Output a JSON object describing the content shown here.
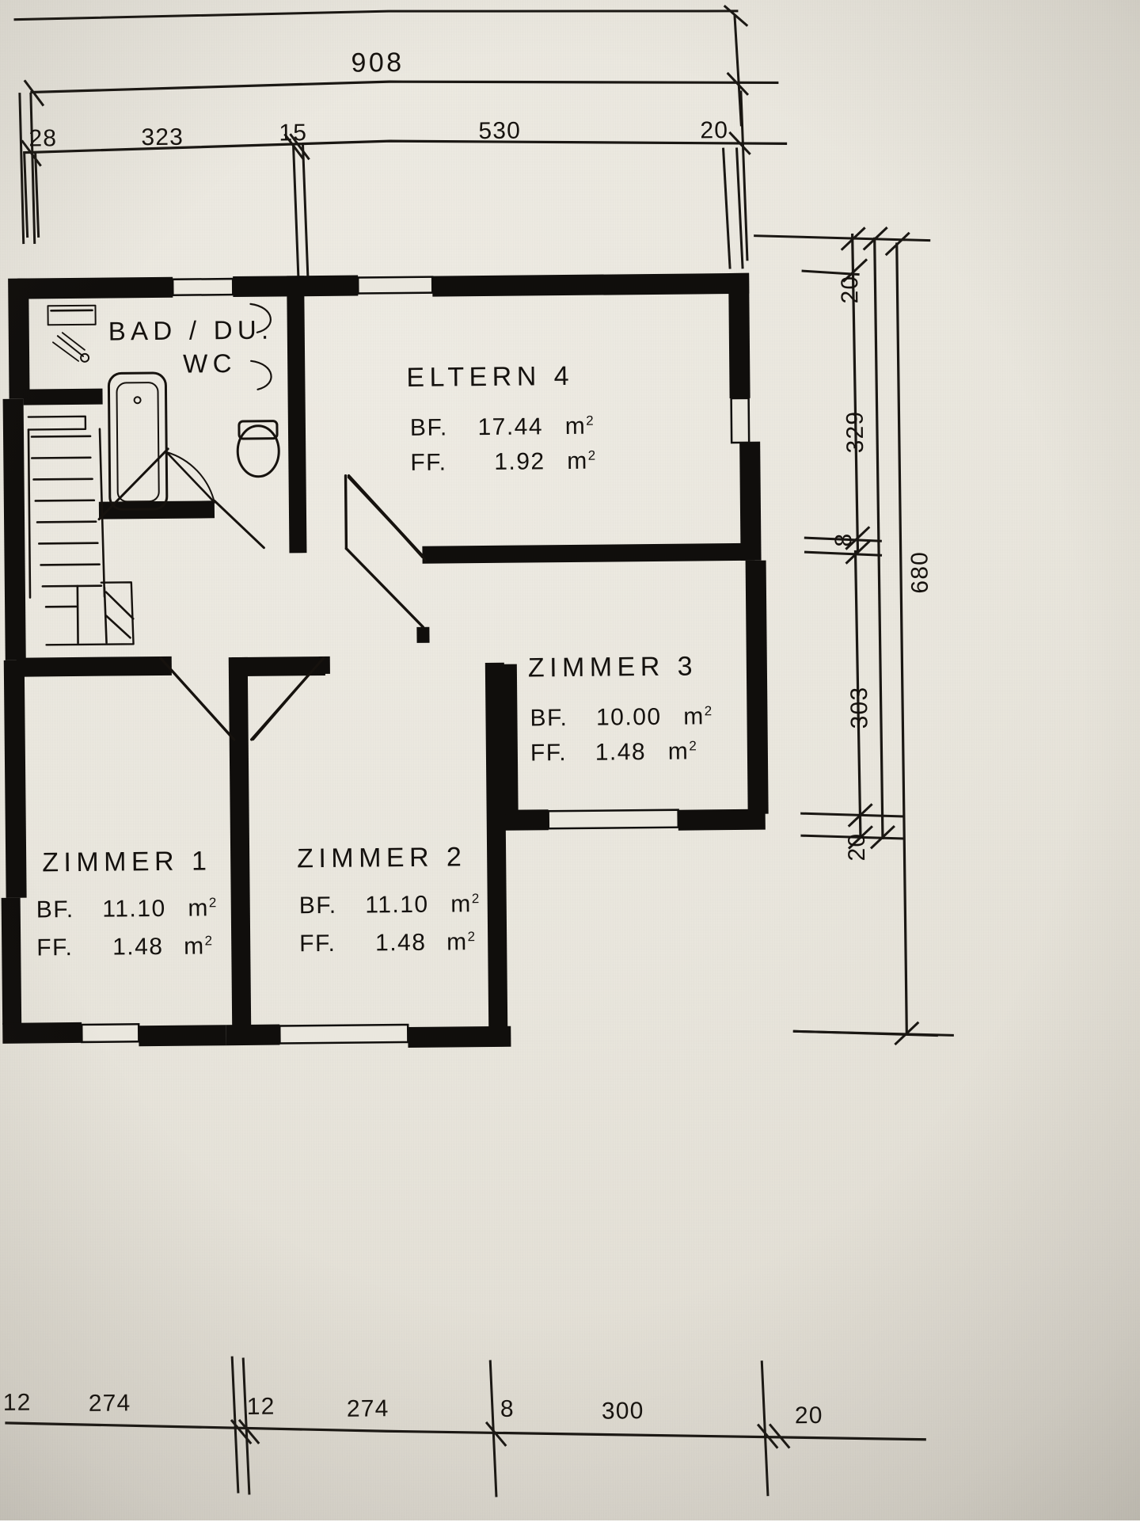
{
  "document": {
    "kind": "architectural-floor-plan",
    "language": "de",
    "paper_color": "#eae7de",
    "ink_color": "#100e0c"
  },
  "rooms": [
    {
      "id": "bad",
      "name_line1": "BAD / DU.",
      "name_line2": "WC",
      "area_label_bf": "",
      "area_value_bf": "",
      "area_label_ff": "",
      "area_value_ff": ""
    },
    {
      "id": "eltern4",
      "name_line1": "ELTERN  4",
      "name_line2": "",
      "area_label_bf": "BF.",
      "area_value_bf": "17.44",
      "area_label_ff": "FF.",
      "area_value_ff": "1.92",
      "unit": "m",
      "unit_sup": "2"
    },
    {
      "id": "zimmer3",
      "name_line1": "ZIMMER  3",
      "name_line2": "",
      "area_label_bf": "BF.",
      "area_value_bf": "10.00",
      "area_label_ff": "FF.",
      "area_value_ff": "1.48",
      "unit": "m",
      "unit_sup": "2"
    },
    {
      "id": "zimmer1",
      "name_line1": "ZIMMER  1",
      "name_line2": "",
      "area_label_bf": "BF.",
      "area_value_bf": "11.10",
      "area_label_ff": "FF.",
      "area_value_ff": "1.48",
      "unit": "m",
      "unit_sup": "2"
    },
    {
      "id": "zimmer2",
      "name_line1": "ZIMMER  2",
      "name_line2": "",
      "area_label_bf": "BF.",
      "area_value_bf": "11.10",
      "area_label_ff": "FF.",
      "area_value_ff": "1.48",
      "unit": "m",
      "unit_sup": "2"
    }
  ],
  "dimensions": {
    "top_overall": "908",
    "top_chain": [
      "28",
      "323",
      "15",
      "530",
      "20"
    ],
    "right_chain": [
      "20",
      "329",
      "8",
      "303",
      "20"
    ],
    "right_overall": "680",
    "bottom_chain": [
      "12",
      "274",
      "12",
      "274",
      "8",
      "300",
      "20"
    ],
    "bottom_first_partial": "12"
  },
  "units": {
    "area_unit": "m",
    "area_unit_exponent": "2"
  }
}
